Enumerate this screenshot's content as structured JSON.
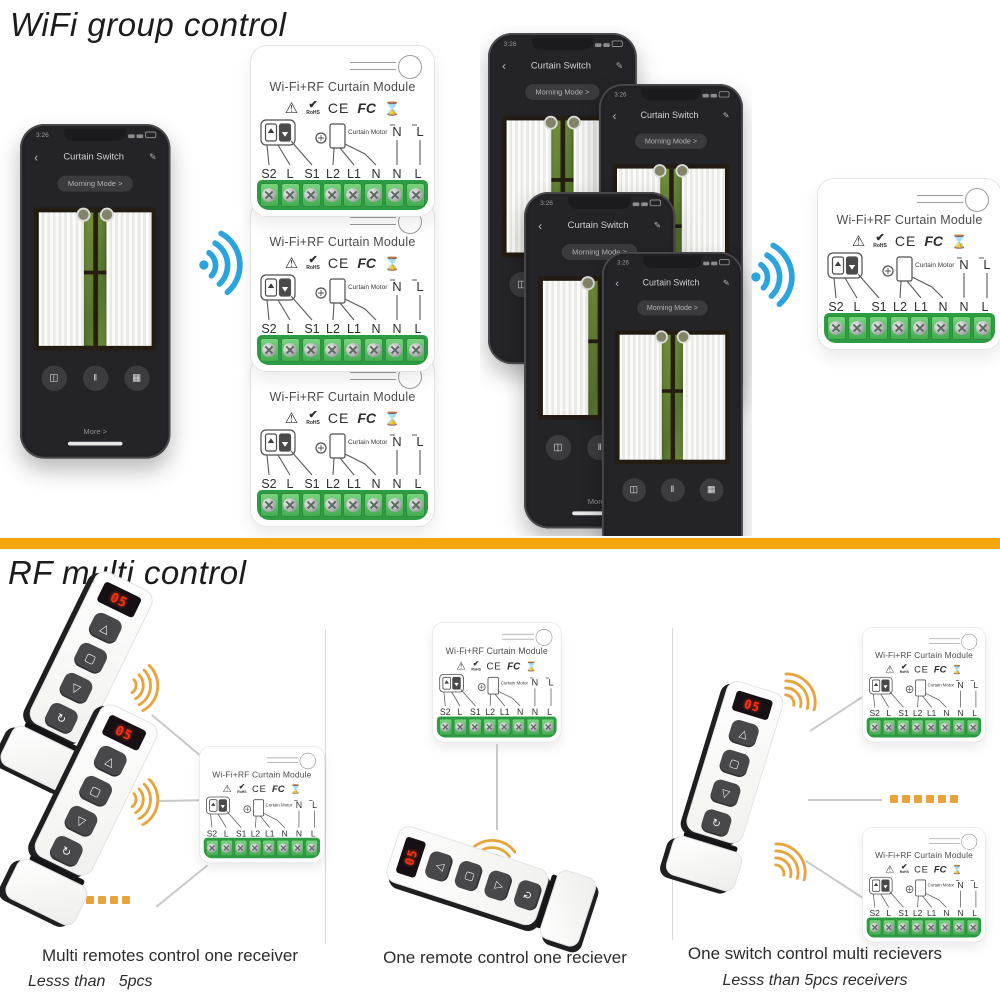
{
  "wifi_section": {
    "title": "WiFi group control"
  },
  "rf_section": {
    "title": "RF multi control",
    "columns": [
      {
        "caption": "Multi remotes control one receiver",
        "subcaption": "Lesss than   5pcs"
      },
      {
        "caption": "One remote control one reciever",
        "subcaption": ""
      },
      {
        "caption": "One switch control multi recievers",
        "subcaption": "Lesss than 5pcs receivers"
      }
    ]
  },
  "phone": {
    "time": "3:26",
    "back_icon": "‹",
    "app_title": "Curtain Switch",
    "edit_icon": "✎",
    "mode_pill": "Morning Mode >",
    "open_icon": "◫",
    "pause_icon": "‖",
    "close_icon": "▦",
    "more_label": "More >"
  },
  "module": {
    "title": "Wi-Fi+RF Curtain Module",
    "warning_icon": "⚠",
    "rohs_check": "✔",
    "rohs_label": "RoHS",
    "ce_label": "CE",
    "fcc_label": "FC",
    "weee_icon": "⌛",
    "motor_label": "Curtain Motor",
    "right_n": "N",
    "right_l": "L",
    "terminals": [
      "S2",
      "L",
      "S1",
      "L2",
      "L1",
      "N",
      "N",
      "L"
    ]
  },
  "remote": {
    "display": "05",
    "up_icon": "△",
    "stop_icon": "▢",
    "down_icon": "▽",
    "channel_icon": "↻"
  },
  "colors": {
    "accent_orange": "#F3A60D",
    "wifi_blue": "#2AA4DE",
    "wifi_orange": "#E8A43C",
    "terminal_green": "#2E9C42",
    "led_red": "#FF2D12"
  }
}
